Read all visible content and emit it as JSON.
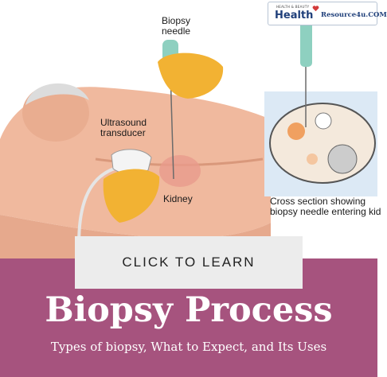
{
  "logo": {
    "tagline": "HEALTH & BEAUTY",
    "brand_primary": "Health",
    "brand_secondary": "Resource4u.COM"
  },
  "illustration": {
    "labels": {
      "biopsy_needle": "Biopsy\nneedle",
      "ultrasound_transducer": "Ultrasound\ntransducer",
      "kidney": "Kidney",
      "cross_section": "Cross section showing\nbiopsy needle entering kid"
    }
  },
  "cta": {
    "label": "CLICK TO LEARN"
  },
  "banner": {
    "title": "Biopsy Process",
    "subtitle": "Types of biopsy, What to Expect, and Its Uses"
  },
  "colors": {
    "banner_bg": "#a6537e",
    "cta_bg": "#ececec",
    "skin": "#f0b99e",
    "glove": "#f2b233",
    "needle_handle": "#8ed0c0"
  }
}
